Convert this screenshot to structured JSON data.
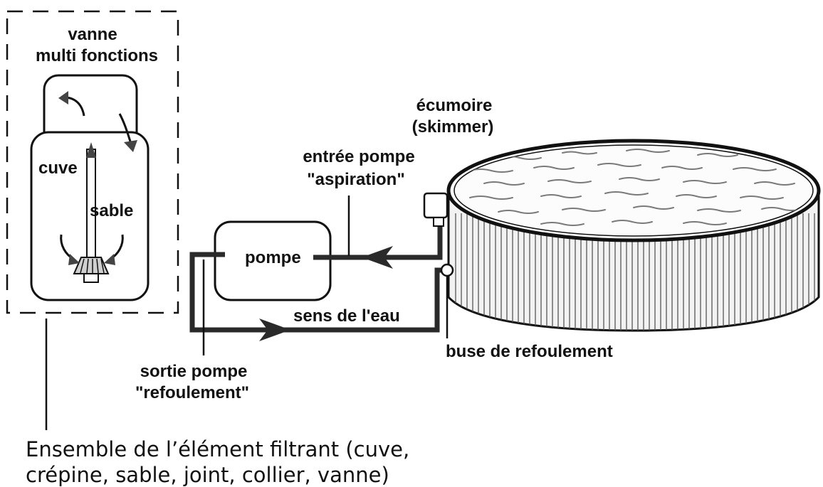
{
  "labels": {
    "vanne_line1": "vanne",
    "vanne_line2": "multi fonctions",
    "cuve": "cuve",
    "sable": "sable",
    "pompe": "pompe",
    "entree_line1": "entrée pompe",
    "entree_line2": "\"aspiration\"",
    "ecumoire_line1": "écumoire",
    "ecumoire_line2": "(skimmer)",
    "sens_eau": "sens de l'eau",
    "buse": "buse de refoulement",
    "sortie_line1": "sortie pompe",
    "sortie_line2": "\"refoulement\""
  },
  "caption": {
    "line1": "Ensemble de l’élément filtrant (cuve,",
    "line2": "crépine, sable, joint, collier, vanne)"
  },
  "colors": {
    "ink": "#111111",
    "pipe": "#2a2a2a",
    "water_texture": "#7a7a7a",
    "wall_stripes": "#555555"
  }
}
